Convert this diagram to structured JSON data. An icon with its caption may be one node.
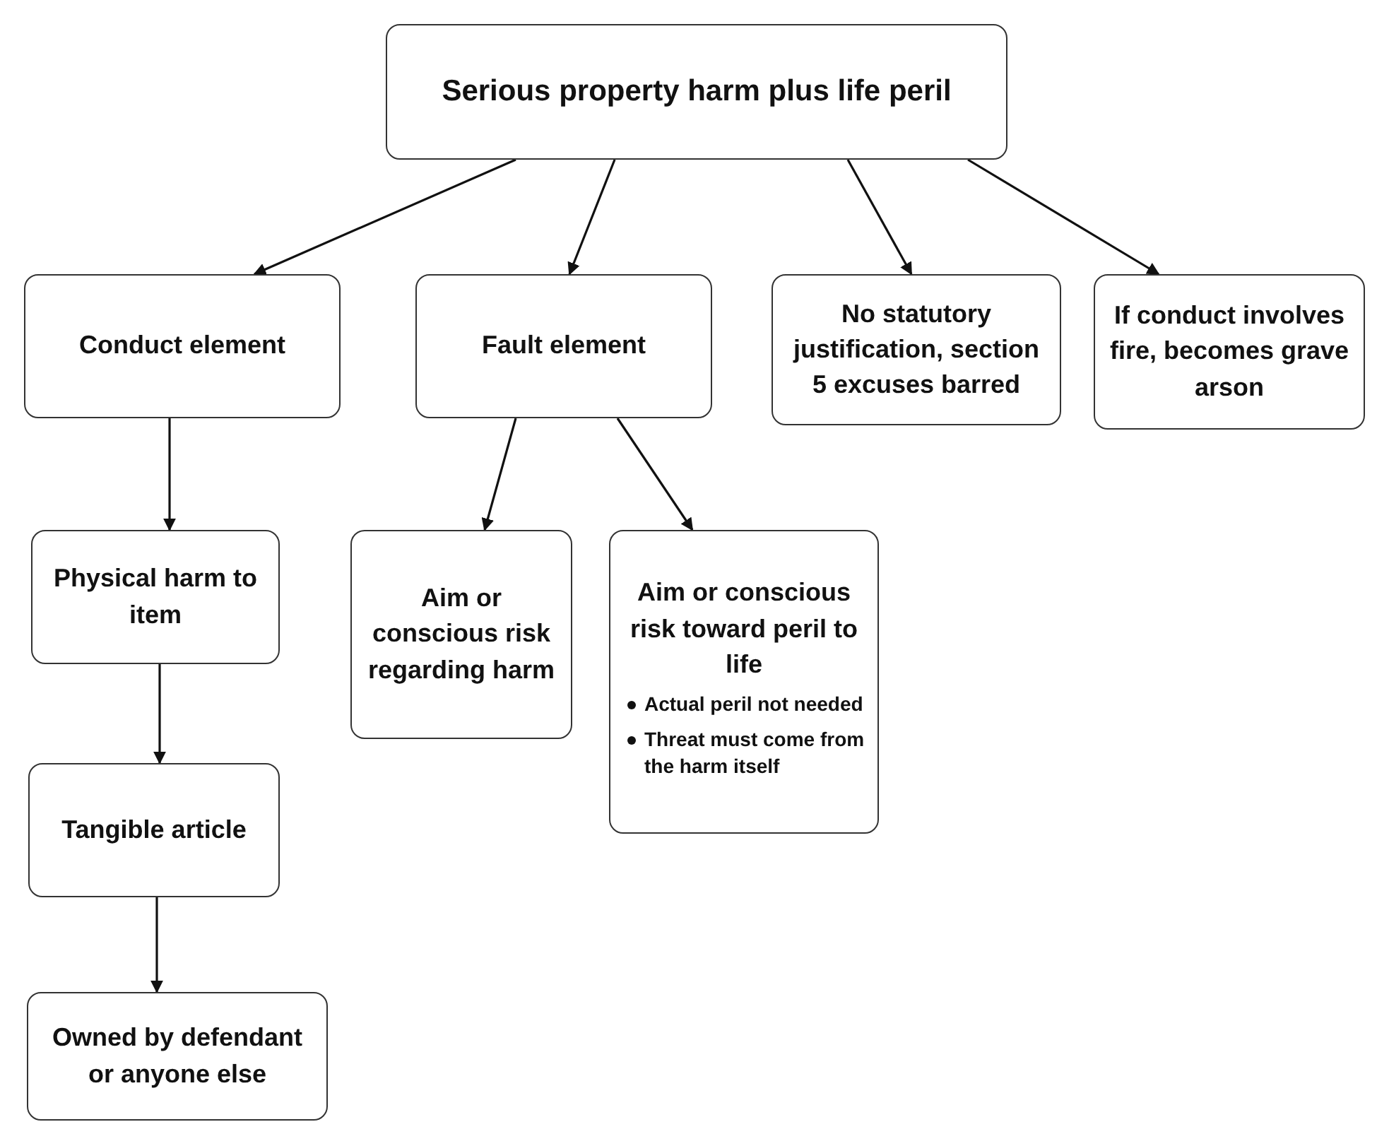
{
  "diagram": {
    "nodes": [
      {
        "text": [
          "Serious property harm plus life peril"
        ]
      },
      {
        "text": [
          "Conduct element"
        ]
      },
      {
        "text": [
          "Fault element"
        ]
      },
      {
        "text": [
          "No statutory justification, section 5 excuses barred"
        ]
      },
      {
        "text": [
          "If conduct involves fire, becomes grave arson"
        ]
      },
      {
        "text": [
          "Physical harm to item"
        ]
      },
      {
        "text": [
          "Aim or conscious risk regarding harm"
        ]
      },
      {
        "text": [
          "Aim or conscious risk toward peril to life",
          "Actual peril not needed",
          "Threat must come from the harm itself"
        ]
      },
      {
        "text": [
          "Tangible article"
        ]
      },
      {
        "text": [
          "Owned by defendant or anyone else"
        ]
      }
    ],
    "edges": [
      {
        "from": 0,
        "to": 1,
        "arrow": "to"
      },
      {
        "from": 0,
        "to": 2,
        "arrow": "to"
      },
      {
        "from": 0,
        "to": 3,
        "arrow": "to"
      },
      {
        "from": 0,
        "to": 4,
        "arrow": "to"
      },
      {
        "from": 1,
        "to": 5,
        "arrow": "to"
      },
      {
        "from": 2,
        "to": 6,
        "arrow": "to"
      },
      {
        "from": 2,
        "to": 7,
        "arrow": "to"
      },
      {
        "from": 5,
        "to": 8,
        "arrow": "to"
      },
      {
        "from": 8,
        "to": 9,
        "arrow": "to"
      }
    ]
  }
}
